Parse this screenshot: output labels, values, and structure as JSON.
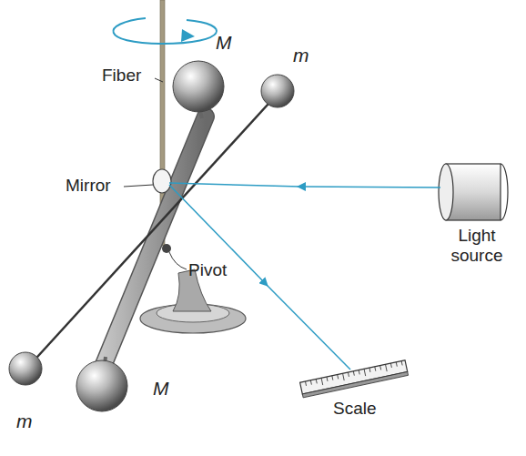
{
  "diagram": {
    "labels": [
      "M",
      "m",
      "Fiber",
      "Mirror",
      "Light source",
      "Pivot",
      "M",
      "m",
      "Scale"
    ]
  }
}
